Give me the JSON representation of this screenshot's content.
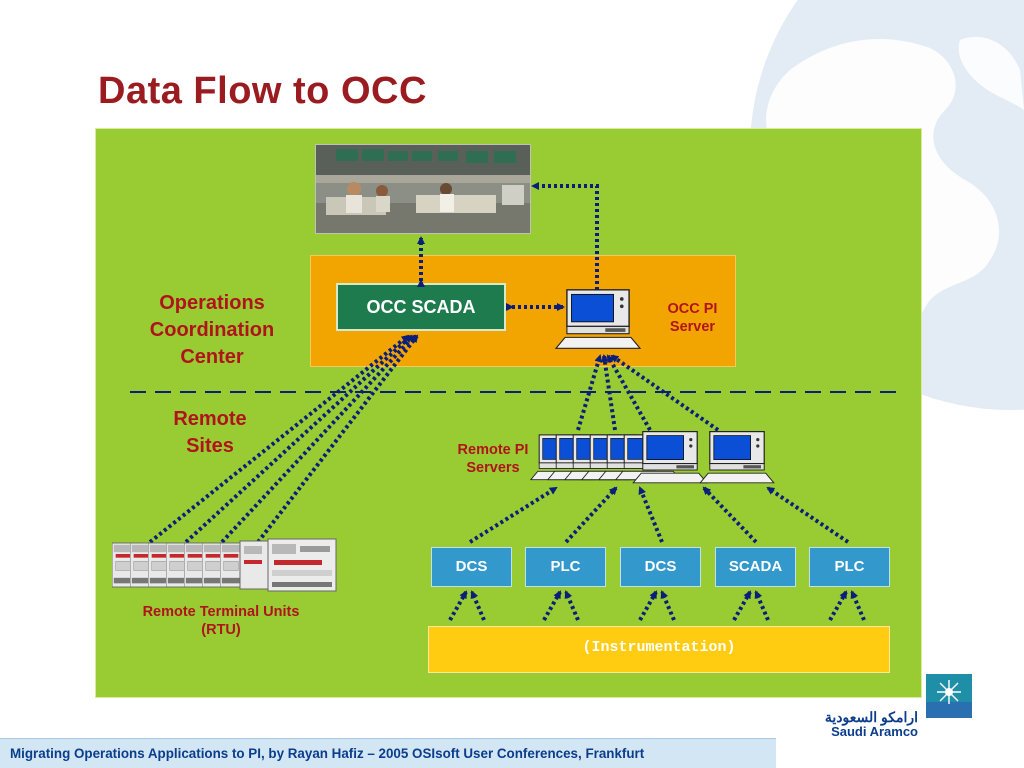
{
  "title": "Data Flow to OCC",
  "labels": {
    "occ_center": [
      "Operations",
      "Coordination",
      "Center"
    ],
    "remote_sites": [
      "Remote",
      "Sites"
    ],
    "occ_pi_server": [
      "OCC PI",
      "Server"
    ],
    "remote_pi_servers": [
      "Remote PI",
      "Servers"
    ],
    "rtu": [
      "Remote Terminal Units",
      "(RTU)"
    ]
  },
  "occ_scada": "OCC SCADA",
  "field_devices": [
    "DCS",
    "PLC",
    "DCS",
    "SCADA",
    "PLC"
  ],
  "instrumentation": "(Instrumentation)",
  "footer": "Migrating Operations Applications to PI,  by Rayan Hafiz – 2005 OSIsoft User Conferences, Frankfurt",
  "brand": {
    "arabic": "ارامكو السعودية",
    "english": "Saudi Aramco"
  },
  "icons": [
    "globe-map-icon",
    "control-room-photo",
    "computer-icon",
    "rtu-device-icon",
    "saudi-aramco-logo-icon"
  ],
  "colors": {
    "title": "#9a1b20",
    "panel": "#99cc33",
    "occ_box": "#f2a500",
    "scada_box": "#1e7b4e",
    "device_box": "#3399cc",
    "instrumentation_box": "#ffcc11",
    "flow_line": "#0b1f7a",
    "label_red": "#b0141b",
    "footer_bg": "#d2e6f4"
  }
}
